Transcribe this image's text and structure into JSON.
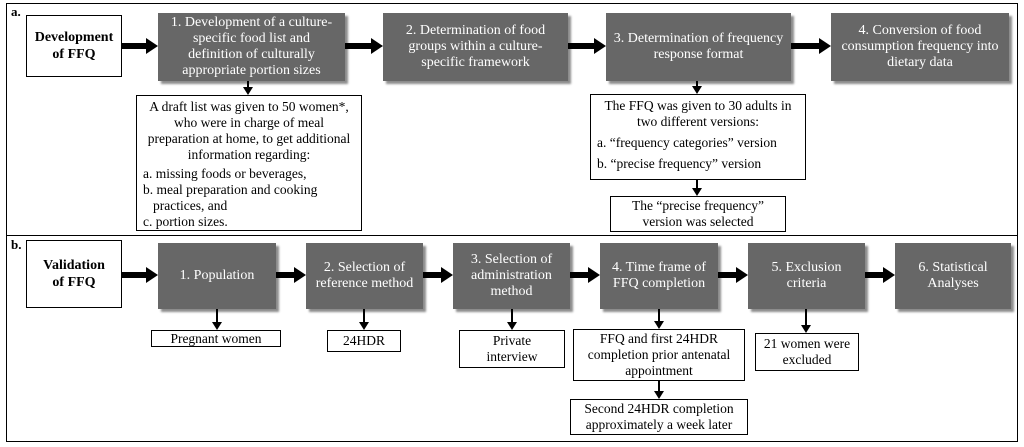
{
  "panel_a": {
    "label": "a.",
    "title_line1": "Development",
    "title_line2": "of FFQ",
    "steps": [
      {
        "lines": [
          "1. Development of a culture-",
          "specific food list and",
          "definition of culturally",
          "appropriate portion sizes"
        ]
      },
      {
        "lines": [
          "2. Determination of food",
          "groups within a culture-",
          "specific framework"
        ]
      },
      {
        "lines": [
          "3. Determination of frequency",
          "response format"
        ]
      },
      {
        "lines": [
          "4. Conversion of food",
          "consumption frequency into",
          "dietary data"
        ]
      }
    ],
    "draft_note": {
      "intro_lines": [
        "A draft list was given to 50 women*,",
        "who were in charge of meal",
        "preparation at home, to get additional",
        "information regarding:"
      ],
      "items": [
        "a. missing foods or beverages,",
        "b. meal preparation and cooking practices, and",
        "c. portion sizes."
      ]
    },
    "ffq_note": {
      "intro_lines": [
        "The FFQ was given to 30 adults in",
        "two different versions:"
      ],
      "items": [
        "a. “frequency categories” version",
        "b. “precise frequency” version"
      ]
    },
    "selected_note": [
      "The “precise frequency”",
      "version was selected"
    ]
  },
  "panel_b": {
    "label": "b.",
    "title_line1": "Validation",
    "title_line2": "of FFQ",
    "steps": [
      {
        "lines": [
          "1. Population"
        ]
      },
      {
        "lines": [
          "2. Selection of",
          "reference method"
        ]
      },
      {
        "lines": [
          "3. Selection of",
          "administration",
          "method"
        ]
      },
      {
        "lines": [
          "4. Time frame of",
          "FFQ completion"
        ]
      },
      {
        "lines": [
          "5. Exclusion",
          "criteria"
        ]
      },
      {
        "lines": [
          "6. Statistical",
          "Analyses"
        ]
      }
    ],
    "notes": {
      "population": "Pregnant women",
      "reference": "24HDR",
      "administration": [
        "Private",
        "interview"
      ],
      "timeframe_first": [
        "FFQ and first 24HDR",
        "completion prior antenatal",
        "appointment"
      ],
      "timeframe_second": [
        "Second 24HDR  completion",
        "approximately a week later"
      ],
      "exclusion": [
        "21 women were",
        "excluded"
      ]
    }
  }
}
